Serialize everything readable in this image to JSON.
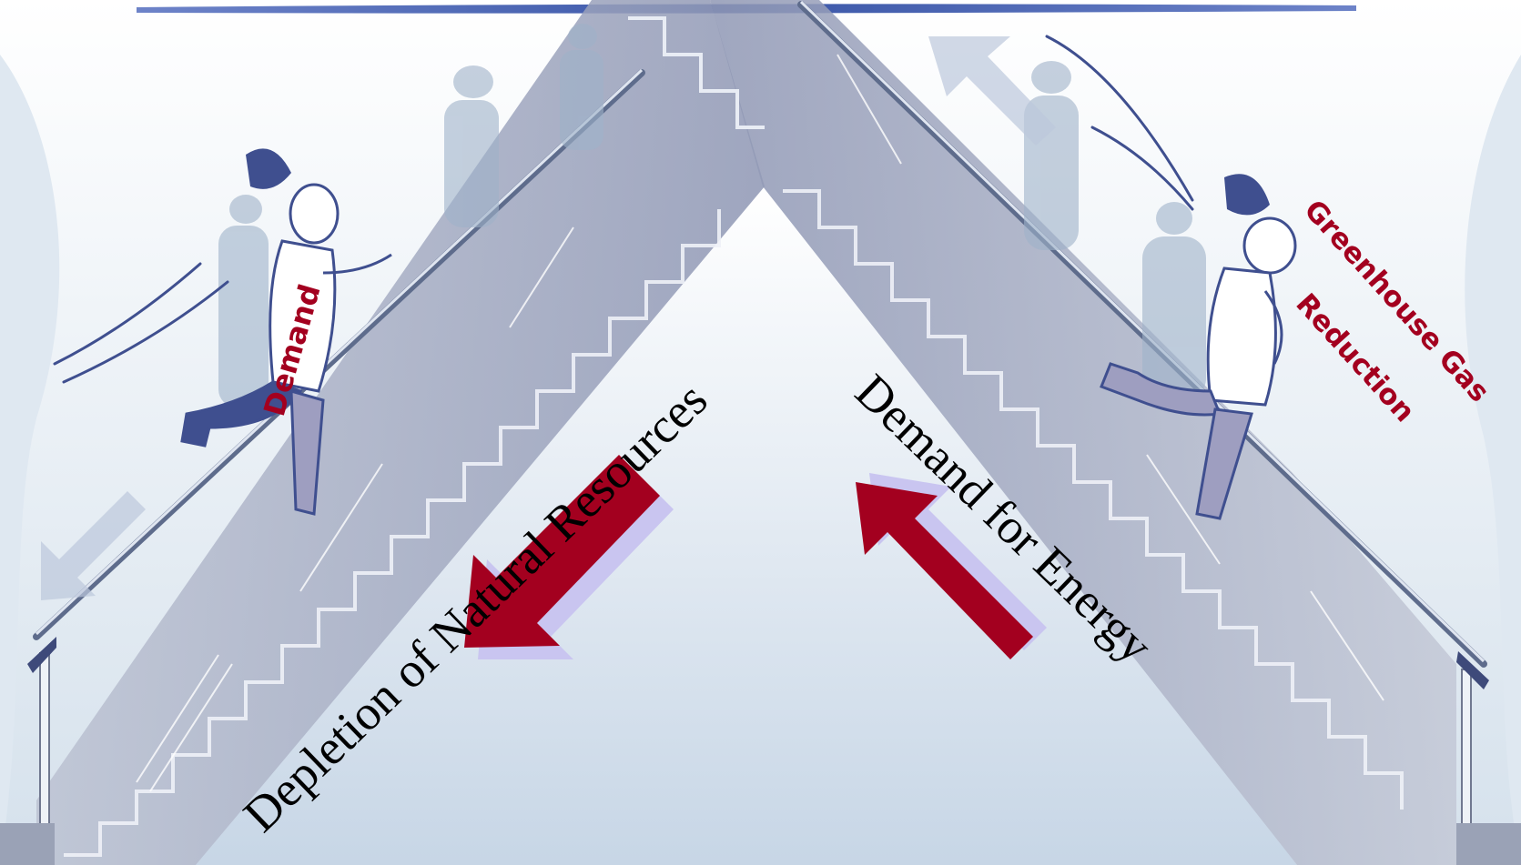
{
  "labels": {
    "depletion": "Depletion of Natural Resources",
    "energy": "Demand for Energy",
    "demand": "Demand",
    "greenhouse_line1": "Greenhouse Gas",
    "greenhouse_line2": "Reduction"
  },
  "colors": {
    "accent_red": "#a3001f",
    "arrow_shadow": "#c9c5f0",
    "figure_blue": "#3f4f8f",
    "ghost_blue": "#9fb2c9",
    "banner_blue": "#3a56a8"
  }
}
